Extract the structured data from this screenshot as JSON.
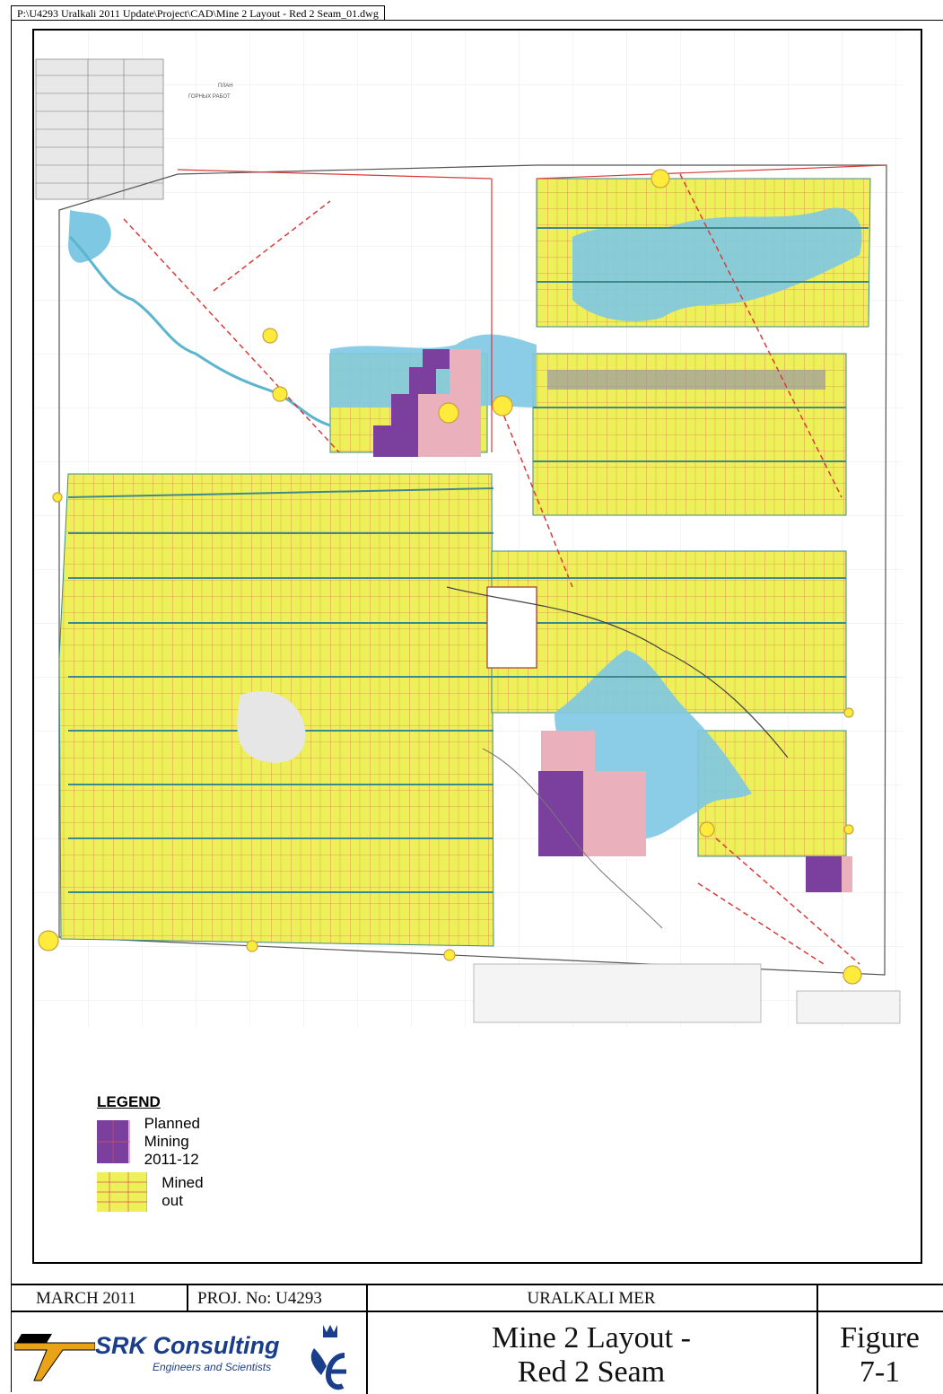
{
  "file_path": "P:\\U4293 Uralkali 2011 Update\\Project\\CAD\\Mine 2 Layout - Red 2 Seam_01.dwg",
  "map": {
    "header_lines": [
      "ПЛАН",
      "ГОРНЫХ РАБОТ"
    ]
  },
  "legend": {
    "title": "LEGEND",
    "items": [
      {
        "label": "Planned Mining 2011-12",
        "colors": [
          "#7b3f9e",
          "#e9a8b6"
        ]
      },
      {
        "label": "Mined out",
        "colors": [
          "#eef05a",
          "#d9534f"
        ]
      }
    ]
  },
  "colors": {
    "mined_out": "#eef05a",
    "planned_purple": "#7b3f9e",
    "planned_pink": "#eab0bb",
    "water": "#7ec8e3",
    "red_lines": "#d93a3a",
    "drifts": "#4aa3a3"
  },
  "title_block": {
    "date": "MARCH 2011",
    "project": "PROJ. No: U4293",
    "client": "URALKALI MER",
    "company": "SRK Consulting",
    "company_tagline": "Engineers and Scientists",
    "title_line1": "Mine 2 Layout -",
    "title_line2": "Red 2 Seam",
    "figure_label": "Figure",
    "figure_number": "7-1"
  }
}
